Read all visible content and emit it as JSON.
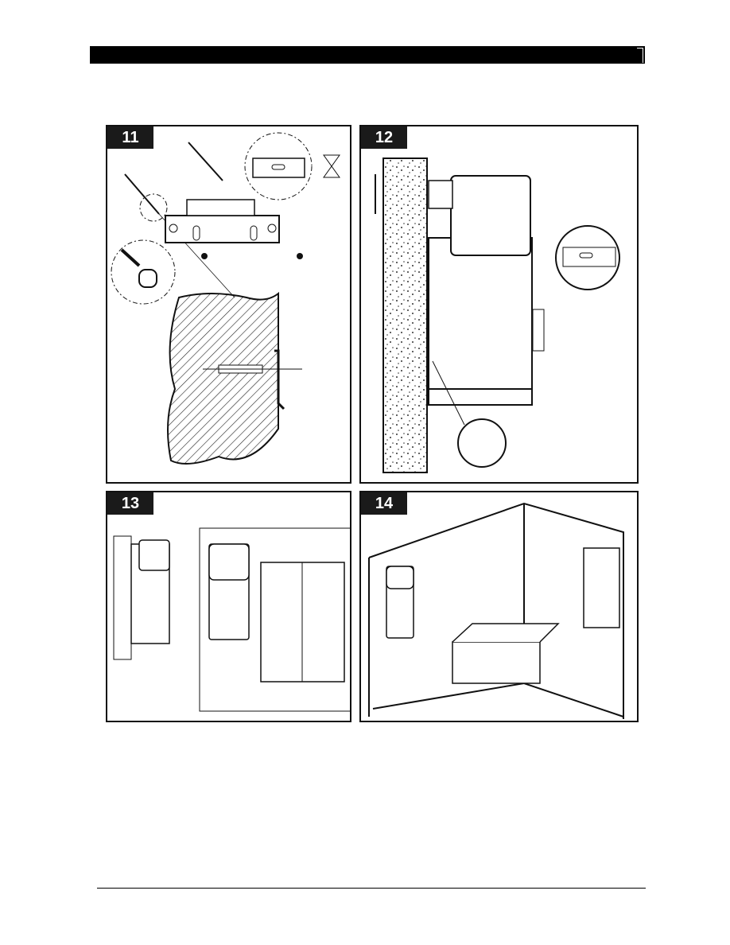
{
  "header": {
    "title": ""
  },
  "panels": [
    {
      "label": "11",
      "caption": ""
    },
    {
      "label": "12",
      "caption": ""
    },
    {
      "label": "13",
      "caption": ""
    },
    {
      "label": "14",
      "caption": ""
    }
  ],
  "footer": {
    "text": ""
  }
}
